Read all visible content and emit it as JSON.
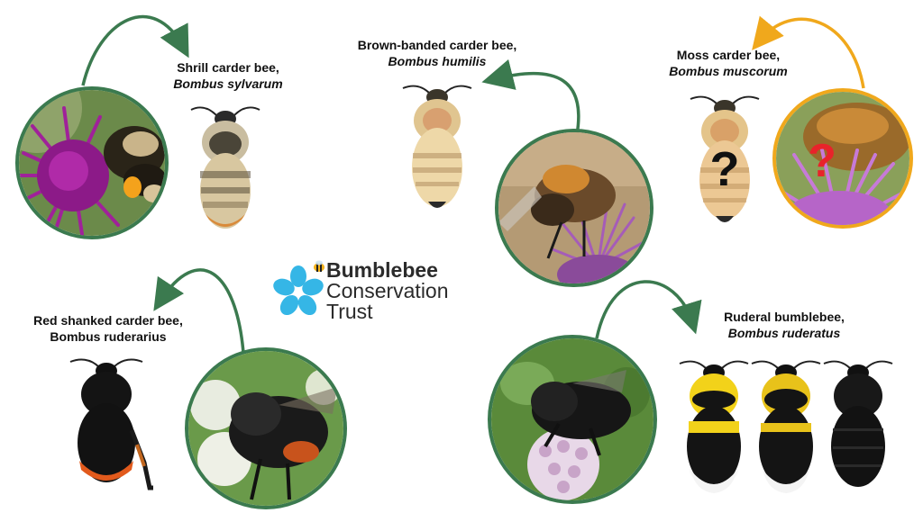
{
  "bees": {
    "shrill": {
      "common": "Shrill carder bee,",
      "latin": "Bombus sylvarum"
    },
    "brown": {
      "common": "Brown-banded carder bee,",
      "latin": "Bombus humilis"
    },
    "moss": {
      "common": "Moss carder bee,",
      "latin": "Bombus muscorum"
    },
    "red": {
      "common": "Red shanked carder bee,",
      "latin": "Bombus ruderarius"
    },
    "ruderal": {
      "common": "Ruderal bumblebee,",
      "latin": "Bombus ruderatus"
    }
  },
  "logo": {
    "line1": "Bumblebee",
    "line2": "Conservation",
    "line3": "Trust"
  },
  "marks": {
    "question": "?"
  },
  "colors": {
    "green": "#3b7a4f",
    "orange": "#f0a81c",
    "question_red": "#e8232a"
  }
}
